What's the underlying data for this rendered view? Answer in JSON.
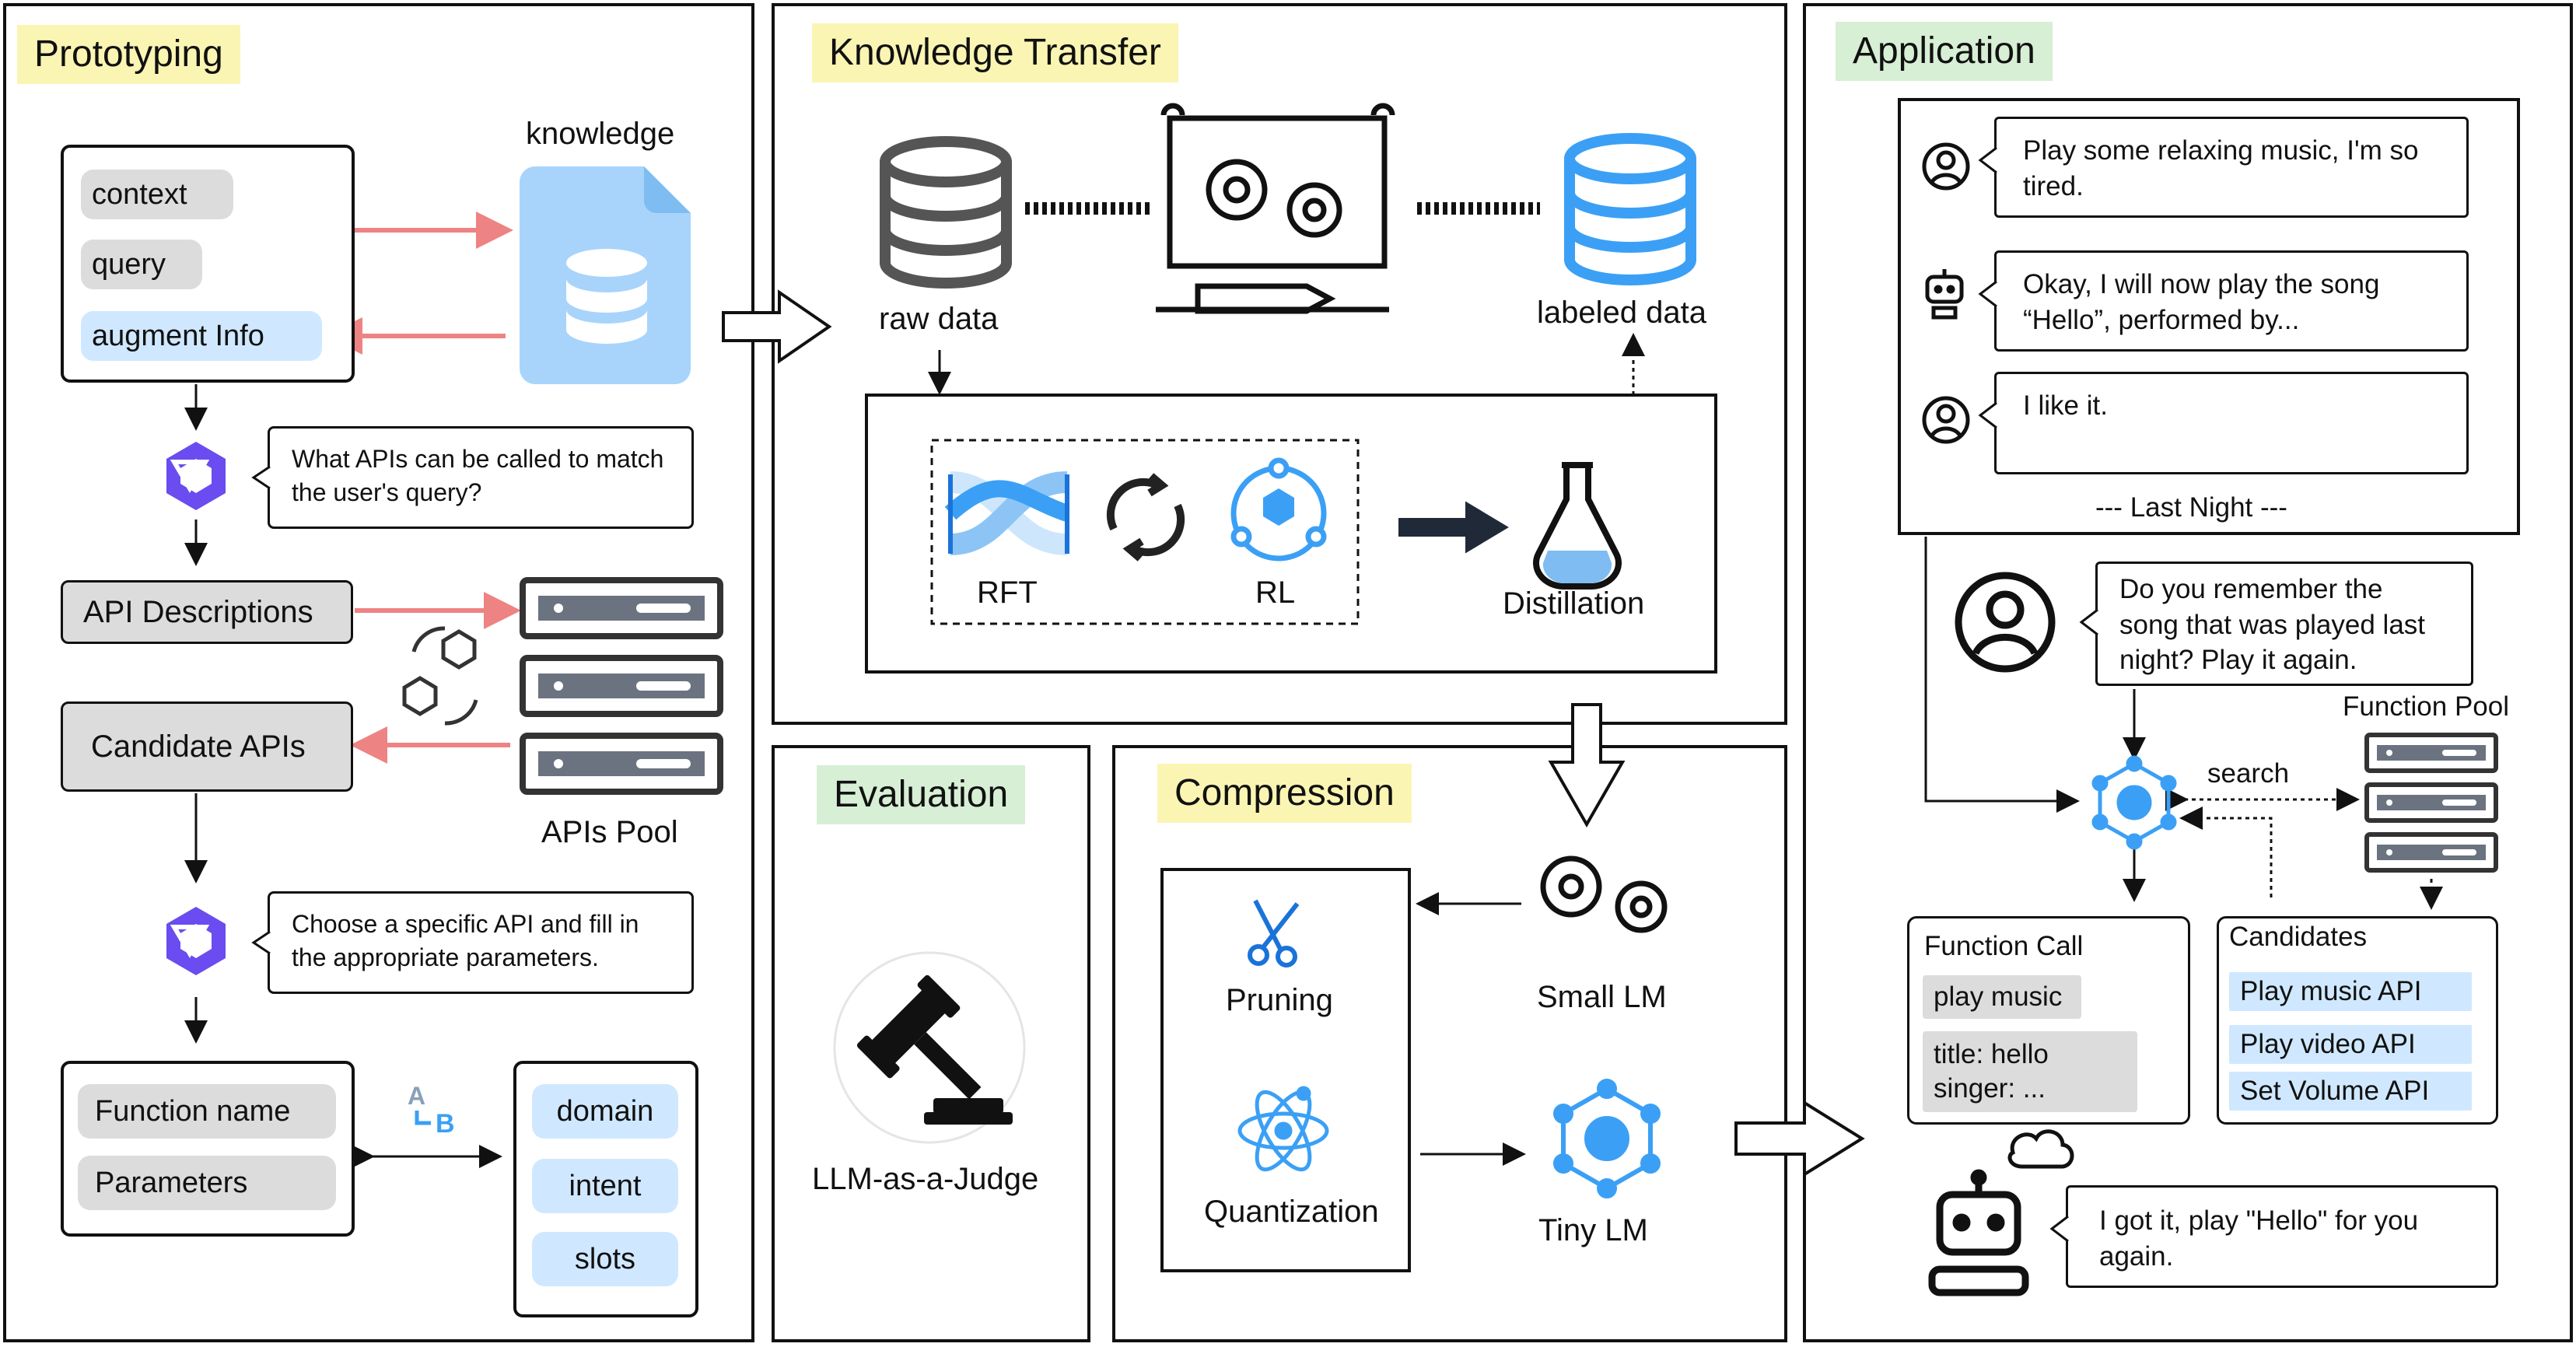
{
  "prototyping": {
    "title": "Prototyping",
    "context": "context",
    "query": "query",
    "augment": "augment Info",
    "knowledge": "knowledge",
    "question1": "What APIs can be called to match the user's query?",
    "api_descriptions": "API Descriptions",
    "candidate_apis": "Candidate APIs",
    "apis_pool": "APIs Pool",
    "question2": "Choose a specific API and fill in the appropriate parameters.",
    "function_name": "Function name",
    "parameters": "Parameters",
    "domain": "domain",
    "intent": "intent",
    "slots": "slots"
  },
  "knowledge_transfer": {
    "title": "Knowledge Transfer",
    "raw_data": "raw data",
    "labeled_data": "labeled data",
    "rft": "RFT",
    "rl": "RL",
    "distillation": "Distillation"
  },
  "evaluation": {
    "title": "Evaluation",
    "judge": "LLM-as-a-Judge"
  },
  "compression": {
    "title": "Compression",
    "pruning": "Pruning",
    "quantization": "Quantization",
    "small_lm": "Small LM",
    "tiny_lm": "Tiny LM"
  },
  "application": {
    "title": "Application",
    "msg1": "Play some relaxing music, I'm so tired.",
    "msg2": "Okay, I will now play the song “Hello”, performed by...",
    "msg3": "I like it.",
    "last_night": "--- Last Night ---",
    "msg4": "Do you remember the song that was played last night? Play it again.",
    "function_pool": "Function Pool",
    "search": "search",
    "function_call_title": "Function Call",
    "play_music": "play music",
    "title_singer": "title: hello singer: ...",
    "candidates_title": "Candidates",
    "cand1": "Play music API",
    "cand2": "Play video API",
    "cand3": "Set Volume API",
    "msg5": "I got it, play \"Hello\" for you again."
  },
  "colors": {
    "red_arrow": "#ee8383",
    "blue_accent": "#3ba0f5",
    "purple_logo": "#6a4cf0"
  }
}
